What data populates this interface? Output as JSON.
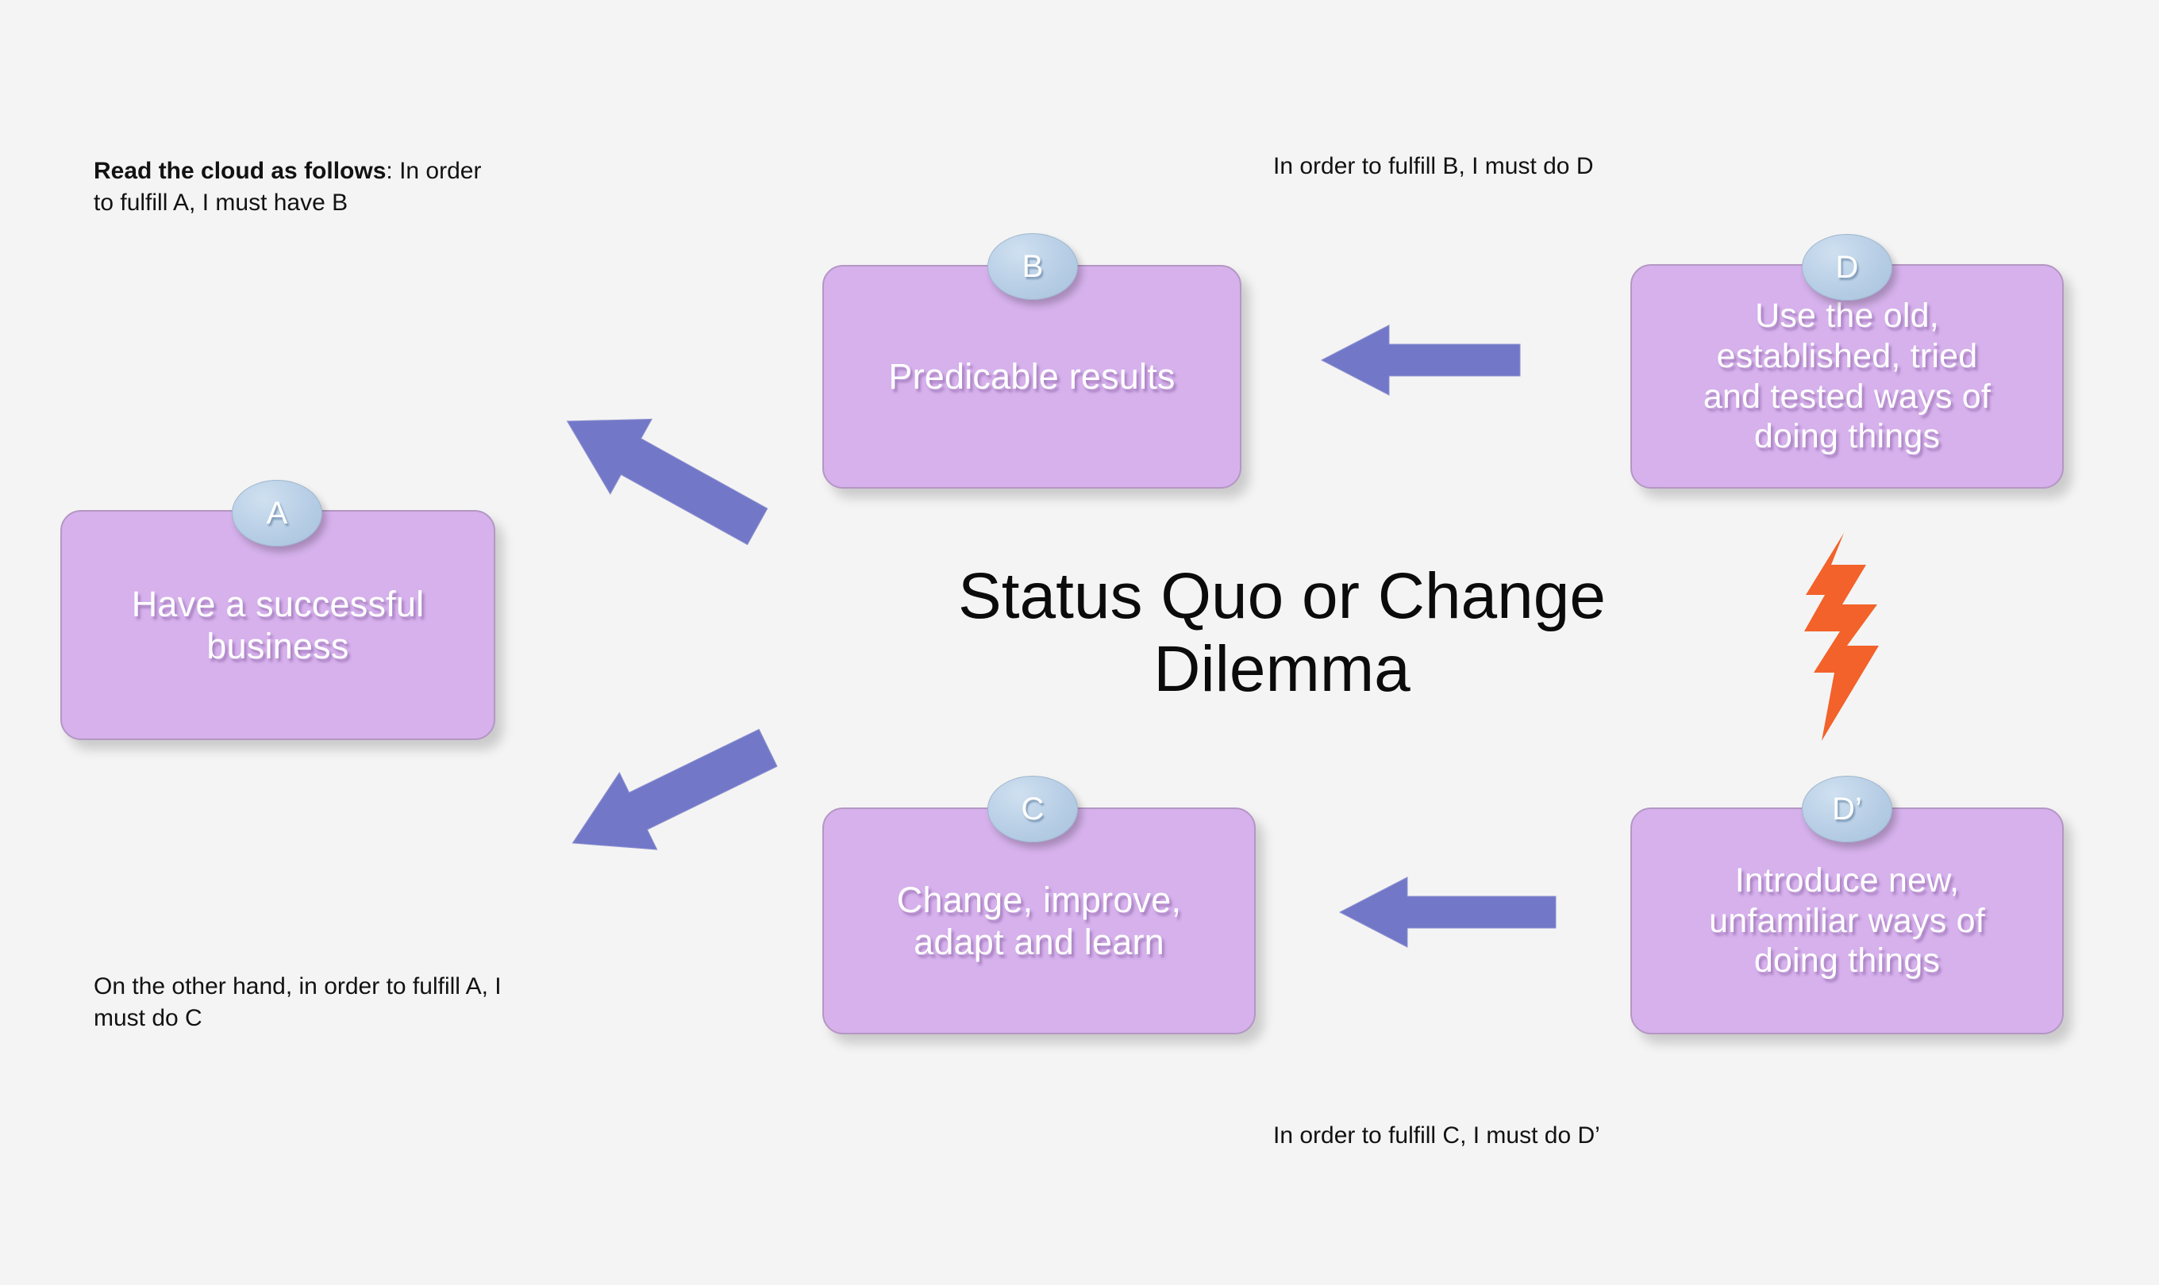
{
  "diagram": {
    "title": "Status Quo or Change\nDilemma",
    "palette": {
      "background": "#f4f4f4",
      "entity_fill": "#d6b1ec",
      "entity_border": "#b497c4",
      "entity_text": "#ffffff",
      "bubble_fill": "#b6cde5",
      "bubble_text": "#ffffff",
      "arrow_fill": "#7277c8",
      "bolt_fill": "#f2622a",
      "caption_text": "#121212"
    },
    "entities": [
      {
        "id": "A",
        "bubble": "A",
        "text": "Have a successful\nbusiness"
      },
      {
        "id": "B",
        "bubble": "B",
        "text": "Predicable results"
      },
      {
        "id": "C",
        "bubble": "C",
        "text": "Change, improve,\nadapt and learn"
      },
      {
        "id": "D",
        "bubble": "D",
        "text": "Use the old,\nestablished, tried\nand tested ways of\ndoing things"
      },
      {
        "id": "Dp",
        "bubble": "D’",
        "text": "Introduce new,\nunfamiliar ways of\ndoing things"
      }
    ],
    "captions": {
      "read_the_cloud_bold": "Read the cloud as follows",
      "read_the_cloud_rest": ": In order to fulfill A, I must have B",
      "b_to_d": "In order to fulfill B, I must do D",
      "other_hand": "On the other hand, in order to fulfill A, I must do C",
      "c_to_dp": "In order to fulfill C, I must do D’"
    },
    "arrows": [
      {
        "id": "d-to-b",
        "from": "D",
        "to": "B",
        "direction": "left"
      },
      {
        "id": "dp-to-c",
        "from": "D’",
        "to": "C",
        "direction": "left"
      },
      {
        "id": "b-to-a",
        "from": "B",
        "to": "A",
        "direction": "down-left"
      },
      {
        "id": "c-to-a",
        "from": "C",
        "to": "A",
        "direction": "up-left"
      }
    ],
    "conflict": {
      "id": "d-dp-conflict",
      "icon": "lightning-bolt-icon",
      "between": [
        "D",
        "D’"
      ]
    }
  }
}
